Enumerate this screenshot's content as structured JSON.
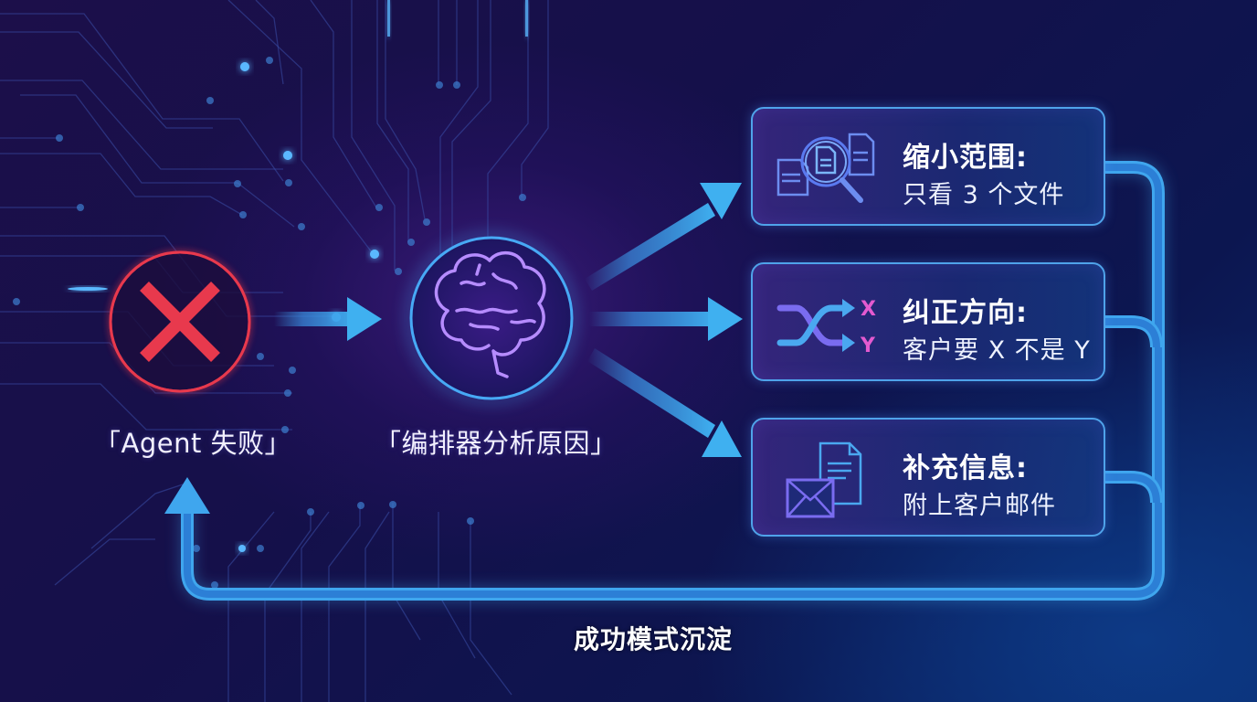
{
  "diagram": {
    "start_node": {
      "label": "「Agent 失败」",
      "icon": "x-icon",
      "color": "#e8394d"
    },
    "analysis_node": {
      "label": "「编排器分析原因」",
      "icon": "brain-icon",
      "color": "#9a5cf0"
    },
    "actions": [
      {
        "title": "缩小范围:",
        "subtitle": "只看 3 个文件",
        "icon": "document-search-icon"
      },
      {
        "title": "纠正方向:",
        "subtitle": "客户要 X 不是 Y",
        "icon": "shuffle-direction-icon",
        "icon_labels": [
          "X",
          "Y"
        ],
        "icon_label_color": "#e45ad0"
      },
      {
        "title": "补充信息:",
        "subtitle": "附上客户邮件",
        "icon": "email-document-icon"
      }
    ],
    "feedback_loop": {
      "label": "成功模式沉淀"
    },
    "colors": {
      "arrow": "#3aa6ec",
      "card_border": "#4fa3ea",
      "background_dark": "#14104a"
    }
  }
}
